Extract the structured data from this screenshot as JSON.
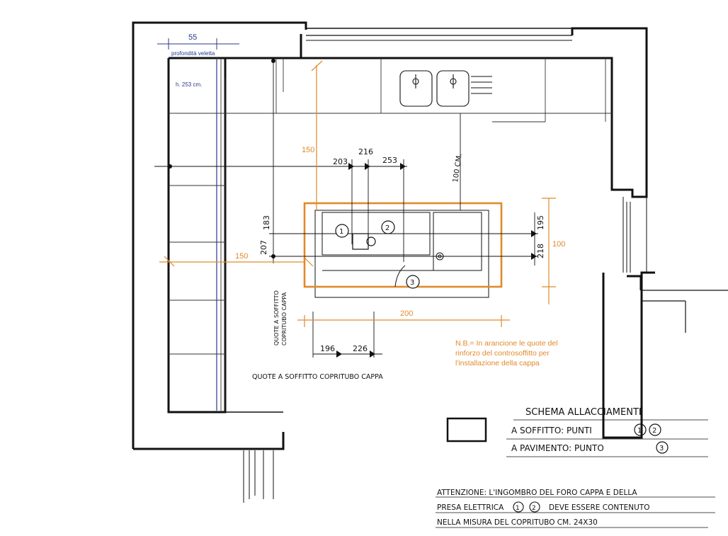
{
  "colors": {
    "ink": "#111111",
    "accent_orange": "#e08a2a",
    "accent_blue": "#2a3a8c"
  },
  "dimensions": {
    "d55": "55",
    "veletta_label": "profondità veletta",
    "h253": "h. 253 cm.",
    "d150_top": "150",
    "d150_left": "150",
    "d203": "203",
    "d216": "216",
    "d253": "253",
    "d100cm": "100 CM.",
    "d183": "183",
    "d207": "207",
    "d195": "195",
    "d218": "218",
    "d100": "100",
    "d200": "200",
    "d196": "196",
    "d226": "226"
  },
  "markers": {
    "m1": "1",
    "m2": "2",
    "m3": "3"
  },
  "labels": {
    "quote_vertical_1": "QUOTE A SOFFITTO",
    "quote_vertical_2": "COPRITUBO CAPPA",
    "quote_horizontal": "QUOTE A SOFFITTO COPRITUBO CAPPA"
  },
  "note": "N.B.= In arancione le quote del rinforzo del controsoffitto per l'installazione della cappa",
  "legend": {
    "title": "SCHEMA ALLACCIAMENTI",
    "line1_text": "A SOFFITTO: PUNTI",
    "line1_p1": "1",
    "line1_p2": "2",
    "line2_text": "A PAVIMENTO: PUNTO",
    "line2_p3": "3"
  },
  "warning": {
    "line1": "ATTENZIONE: L'INGOMBRO DEL FORO CAPPA E DELLA",
    "line2a": "PRESA ELETTRICA",
    "line2_p1": "1",
    "line2_p2": "2",
    "line2b": "DEVE ESSERE CONTENUTO",
    "line3": "NELLA MISURA DEL COPRITUBO CM. 24X30"
  }
}
